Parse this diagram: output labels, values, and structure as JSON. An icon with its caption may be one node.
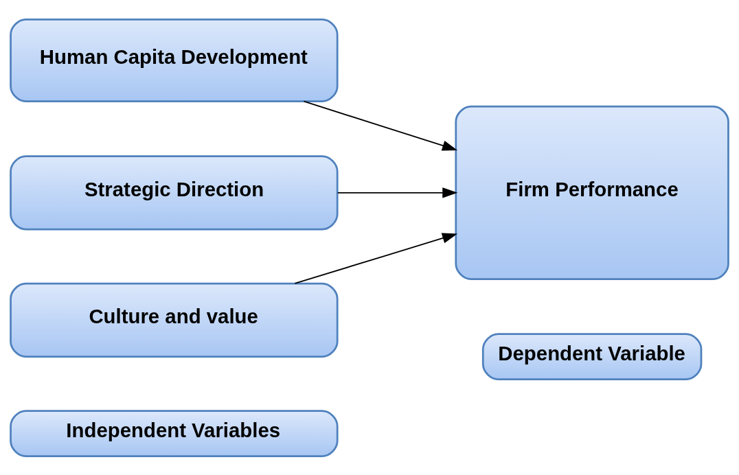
{
  "diagram": {
    "nodes": [
      {
        "text": [
          "Independent Variables"
        ]
      },
      {
        "text": [
          "Dependent Variable"
        ]
      },
      {
        "text": [
          "Human Capita Development"
        ]
      },
      {
        "text": [
          "Strategic Direction"
        ]
      },
      {
        "text": [
          "Culture and value"
        ]
      },
      {
        "text": [
          "Firm Performance"
        ]
      }
    ],
    "edges": [
      {
        "from": 2,
        "to": 5,
        "arrow": "to"
      },
      {
        "from": 3,
        "to": 5,
        "arrow": "to"
      },
      {
        "from": 4,
        "to": 5,
        "arrow": "to"
      }
    ]
  }
}
